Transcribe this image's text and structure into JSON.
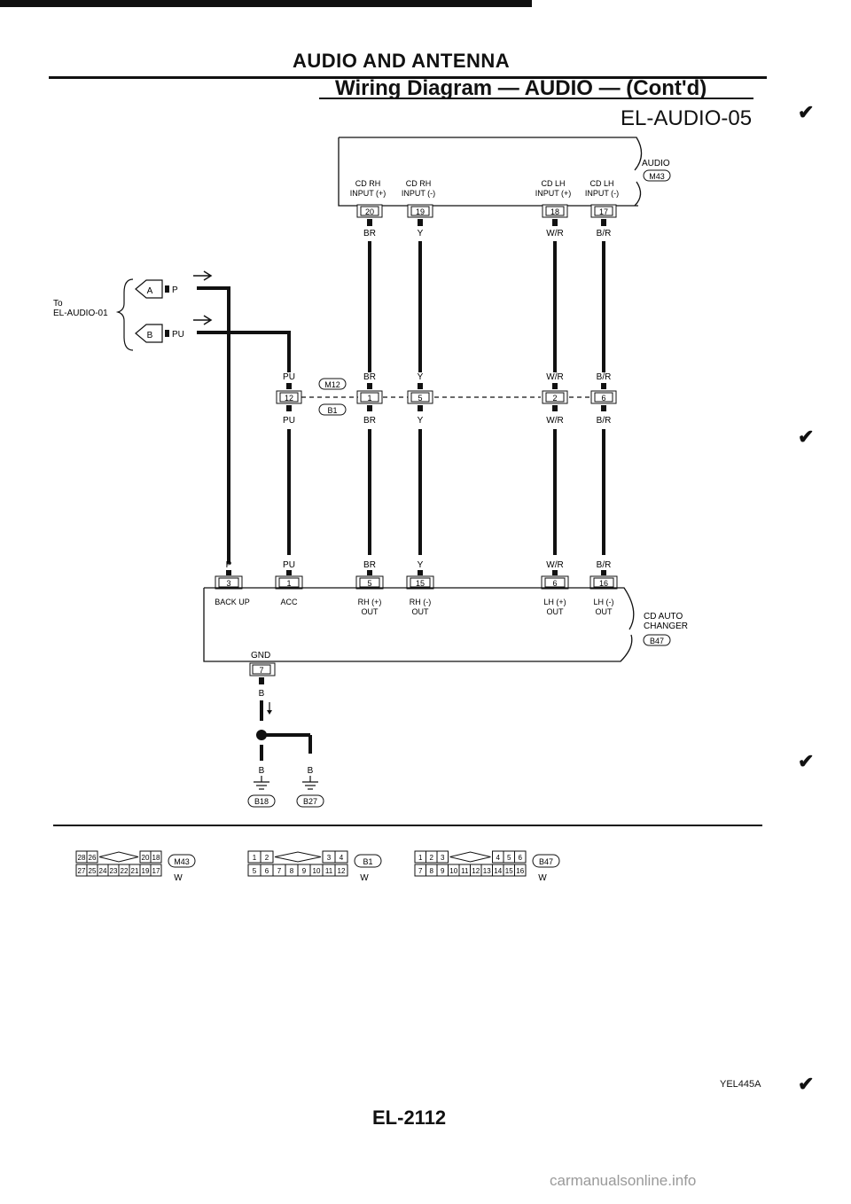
{
  "header": {
    "section_title": "AUDIO AND ANTENNA",
    "subtitle": "Wiring Diagram — AUDIO — (Cont'd)",
    "diagram_code": "EL-AUDIO-05"
  },
  "audio_unit": {
    "name": "AUDIO",
    "connector": "M43",
    "terminals": [
      {
        "label_line1": "CD RH",
        "label_line2": "INPUT (+)",
        "pin": "20",
        "wire": "BR"
      },
      {
        "label_line1": "CD RH",
        "label_line2": "INPUT (-)",
        "pin": "19",
        "wire": "Y"
      },
      {
        "label_line1": "CD LH",
        "label_line2": "INPUT (+)",
        "pin": "18",
        "wire": "W/R"
      },
      {
        "label_line1": "CD LH",
        "label_line2": "INPUT (-)",
        "pin": "17",
        "wire": "B/R"
      }
    ]
  },
  "reference": {
    "to_label": "To",
    "target": "EL-AUDIO-01",
    "arrows": [
      {
        "letter": "A",
        "wire": "P"
      },
      {
        "letter": "B",
        "wire": "PU"
      }
    ]
  },
  "joint_connector": {
    "upper": "M12",
    "lower": "B1",
    "pins": [
      {
        "pin": "12",
        "wire_top": "PU",
        "wire_bottom": "PU"
      },
      {
        "pin": "1",
        "wire_top": "BR",
        "wire_bottom": "BR"
      },
      {
        "pin": "5",
        "wire_top": "Y",
        "wire_bottom": "Y"
      },
      {
        "pin": "2",
        "wire_top": "W/R",
        "wire_bottom": "W/R"
      },
      {
        "pin": "6",
        "wire_top": "B/R",
        "wire_bottom": "B/R"
      }
    ]
  },
  "changer": {
    "name_line1": "CD AUTO",
    "name_line2": "CHANGER",
    "connector": "B47",
    "terminals": [
      {
        "pin": "3",
        "wire": "P",
        "label_line1": "BACK UP",
        "label_line2": ""
      },
      {
        "pin": "1",
        "wire": "PU",
        "label_line1": "ACC",
        "label_line2": ""
      },
      {
        "pin": "5",
        "wire": "BR",
        "label_line1": "RH (+)",
        "label_line2": "OUT"
      },
      {
        "pin": "15",
        "wire": "Y",
        "label_line1": "RH (-)",
        "label_line2": "OUT"
      },
      {
        "pin": "6",
        "wire": "W/R",
        "label_line1": "LH (+)",
        "label_line2": "OUT"
      },
      {
        "pin": "16",
        "wire": "B/R",
        "label_line1": "LH (-)",
        "label_line2": "OUT"
      }
    ],
    "ground": {
      "label": "GND",
      "pin": "7",
      "wire": "B"
    }
  },
  "grounds": [
    {
      "wire": "B",
      "connector": "B18"
    },
    {
      "wire": "B",
      "connector": "B27"
    }
  ],
  "connector_views": [
    {
      "id": "M43",
      "color": "W",
      "top_row": [
        "28",
        "26",
        "20",
        "18"
      ],
      "bottom_row": [
        "27",
        "25",
        "24",
        "23",
        "22",
        "21",
        "19",
        "17"
      ]
    },
    {
      "id": "B1",
      "color": "W",
      "top_row": [
        "1",
        "2",
        "3",
        "4"
      ],
      "bottom_row": [
        "5",
        "6",
        "7",
        "8",
        "9",
        "10",
        "11",
        "12"
      ]
    },
    {
      "id": "B47",
      "color": "W",
      "top_row": [
        "1",
        "2",
        "3",
        "4",
        "5",
        "6"
      ],
      "bottom_row": [
        "7",
        "8",
        "9",
        "10",
        "11",
        "12",
        "13",
        "14",
        "15",
        "16"
      ]
    }
  ],
  "footer": {
    "figure_code": "YEL445A",
    "page_number": "EL-2112",
    "watermark": "carmanualsonline.info"
  }
}
